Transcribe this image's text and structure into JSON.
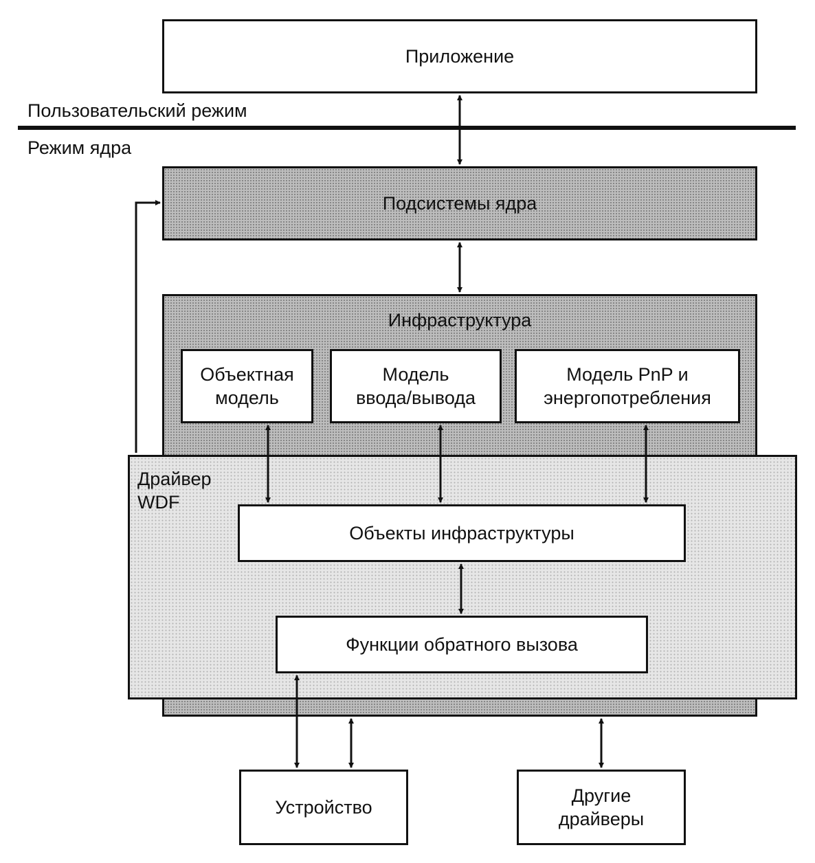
{
  "diagram": {
    "application": "Приложение",
    "user_mode": "Пользовательский режим",
    "kernel_mode": "Режим ядра",
    "kernel_subsystems": "Подсистемы ядра",
    "infrastructure": {
      "title": "Инфраструктура",
      "object_model": "Объектная\nмодель",
      "io_model": "Модель\nввода/вывода",
      "pnp_power_model": "Модель PnP и\nэнергопотребления"
    },
    "wdf_driver": {
      "title": "Драйвер\nWDF",
      "framework_objects": "Объекты инфраструктуры",
      "callback_functions": "Функции обратного вызова"
    },
    "device": "Устройство",
    "other_drivers": "Другие\nдрайверы"
  }
}
